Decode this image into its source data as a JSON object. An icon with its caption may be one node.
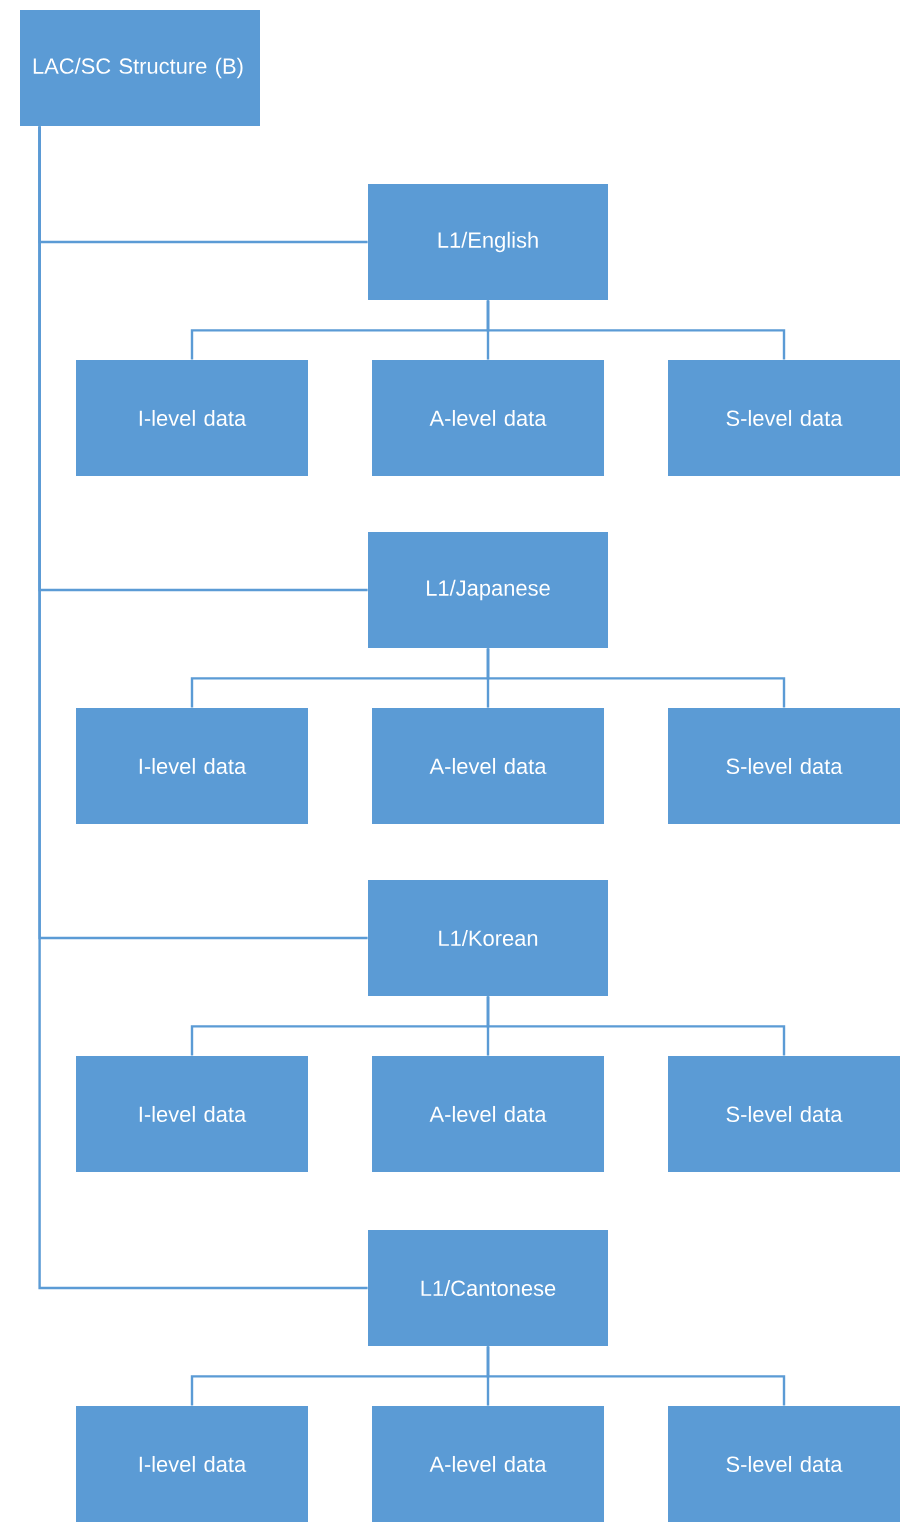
{
  "diagram": {
    "nodes": [
      {
        "text": [
          "LAC/SC Structure (B)"
        ]
      },
      {
        "text": [
          "L1/English"
        ]
      },
      {
        "text": [
          "I-level data"
        ]
      },
      {
        "text": [
          "A-level data"
        ]
      },
      {
        "text": [
          "S-level data"
        ]
      },
      {
        "text": [
          "L1/Japanese"
        ]
      },
      {
        "text": [
          "I-level data"
        ]
      },
      {
        "text": [
          "A-level data"
        ]
      },
      {
        "text": [
          "S-level data"
        ]
      },
      {
        "text": [
          "L1/Korean"
        ]
      },
      {
        "text": [
          "I-level data"
        ]
      },
      {
        "text": [
          "A-level data"
        ]
      },
      {
        "text": [
          "S-level data"
        ]
      },
      {
        "text": [
          "L1/Cantonese"
        ]
      },
      {
        "text": [
          "I-level data"
        ]
      },
      {
        "text": [
          "A-level data"
        ]
      },
      {
        "text": [
          "S-level data"
        ]
      }
    ],
    "edges": [
      {
        "from": 0,
        "to": 1,
        "arrow": "none"
      },
      {
        "from": 0,
        "to": 5,
        "arrow": "none"
      },
      {
        "from": 0,
        "to": 9,
        "arrow": "none"
      },
      {
        "from": 0,
        "to": 13,
        "arrow": "none"
      },
      {
        "from": 1,
        "to": 2,
        "arrow": "none"
      },
      {
        "from": 1,
        "to": 3,
        "arrow": "none"
      },
      {
        "from": 1,
        "to": 4,
        "arrow": "none"
      },
      {
        "from": 5,
        "to": 6,
        "arrow": "none"
      },
      {
        "from": 5,
        "to": 7,
        "arrow": "none"
      },
      {
        "from": 5,
        "to": 8,
        "arrow": "none"
      },
      {
        "from": 9,
        "to": 10,
        "arrow": "none"
      },
      {
        "from": 9,
        "to": 11,
        "arrow": "none"
      },
      {
        "from": 9,
        "to": 12,
        "arrow": "none"
      },
      {
        "from": 13,
        "to": 14,
        "arrow": "none"
      },
      {
        "from": 13,
        "to": 15,
        "arrow": "none"
      },
      {
        "from": 13,
        "to": 16,
        "arrow": "none"
      }
    ]
  }
}
